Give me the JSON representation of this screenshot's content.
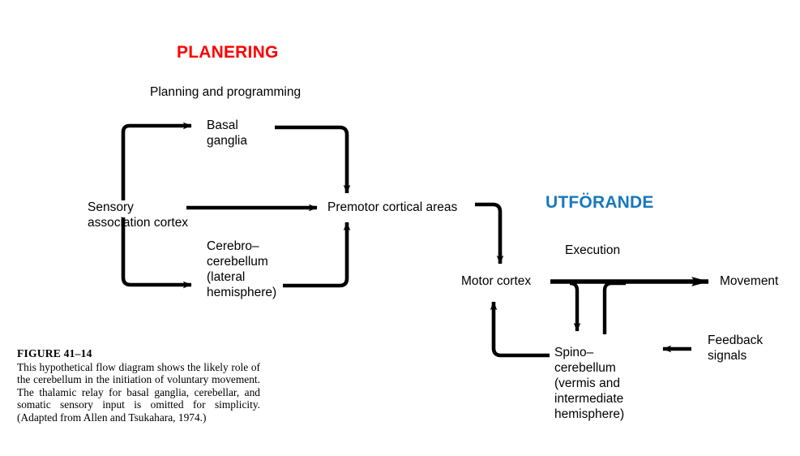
{
  "figure": {
    "headings": [
      {
        "id": "planering",
        "text": "PLANERING",
        "color": "#ff0000"
      },
      {
        "id": "utforande",
        "text": "UTFÖRANDE",
        "color": "#1878bd"
      }
    ],
    "phase_labels": {
      "planning": "Planning and programming",
      "execution": "Execution"
    },
    "nodes": {
      "sensory": "Sensory\nassociation cortex",
      "basal_ganglia": "Basal\nganglia",
      "cerebro_cerebellum": "Cerebro–\ncerebellum\n(lateral\nhemisphere)",
      "premotor": "Premotor cortical areas",
      "motor_cortex": "Motor cortex",
      "spino_cerebellum": "Spino–\ncerebellum\n(vermis and\nintermediate\nhemisphere)",
      "movement": "Movement",
      "feedback": "Feedback\nsignals"
    },
    "caption": {
      "title": "FIGURE  41–14",
      "body": "This hypothetical flow diagram shows the likely role of the cerebellum in the initiation of voluntary movement. The thalamic relay for basal ganglia, cerebellar, and somatic sensory input is omitted for simplicity. (Adapted from Allen and Tsukahara, 1974.)"
    },
    "colors": {
      "ink": "#000000",
      "background": "#ffffff",
      "planning_accent": "#ff0000",
      "execution_accent": "#1878bd"
    }
  }
}
